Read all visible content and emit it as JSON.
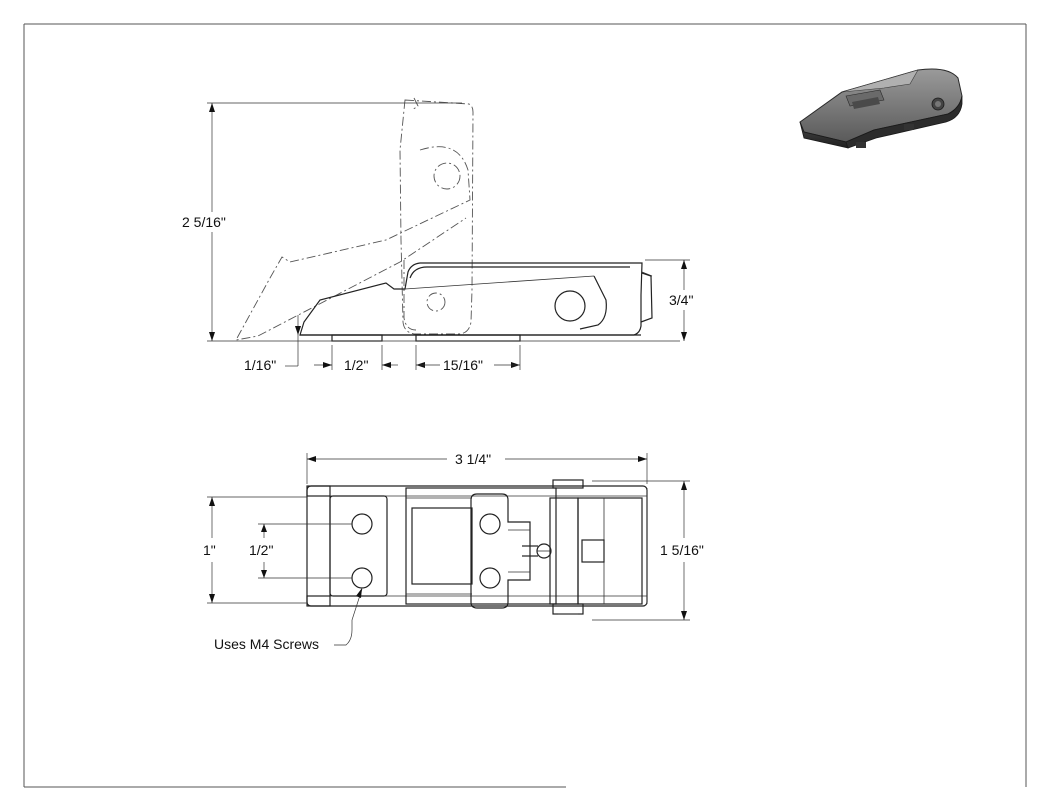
{
  "colors": {
    "line": "#222222",
    "phantom": "#555555",
    "render_dark": "#3a3a3a",
    "render_light": "#8a8a8a",
    "background": "#ffffff"
  },
  "side_view": {
    "dim_height_open": "2 5/16\"",
    "dim_height_closed": "3/4\"",
    "dim_base_offset": "1/16\"",
    "dim_foot_width": "1/2\"",
    "dim_foot_spacing": "15/16\""
  },
  "top_view": {
    "dim_overall_length": "3 1/4\"",
    "dim_overall_width": "1 5/16\"",
    "dim_mount_width": "1\"",
    "dim_hole_spacing": "1/2\"",
    "callout_screws": "Uses M4 Screws"
  }
}
